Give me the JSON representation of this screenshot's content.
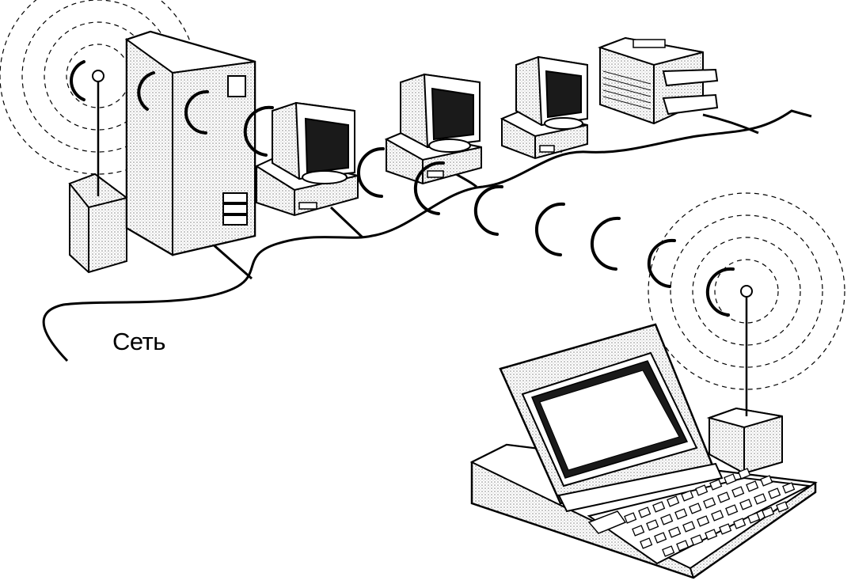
{
  "diagram": {
    "network_label": "Сеть",
    "colors": {
      "ink": "#000000",
      "paper": "#ffffff",
      "screen": "#1a1a1a",
      "shade": "#e3e3e3"
    },
    "nodes": [
      {
        "name": "access-point",
        "icon": "antenna-transceiver-icon"
      },
      {
        "name": "server",
        "icon": "server-tower-icon"
      },
      {
        "name": "workstation-1",
        "icon": "desktop-computer-icon"
      },
      {
        "name": "workstation-2",
        "icon": "desktop-computer-icon"
      },
      {
        "name": "workstation-3",
        "icon": "desktop-computer-icon"
      },
      {
        "name": "printer",
        "icon": "printer-icon"
      },
      {
        "name": "laptop",
        "icon": "laptop-icon"
      },
      {
        "name": "laptop-radio",
        "icon": "antenna-transceiver-icon"
      }
    ]
  }
}
